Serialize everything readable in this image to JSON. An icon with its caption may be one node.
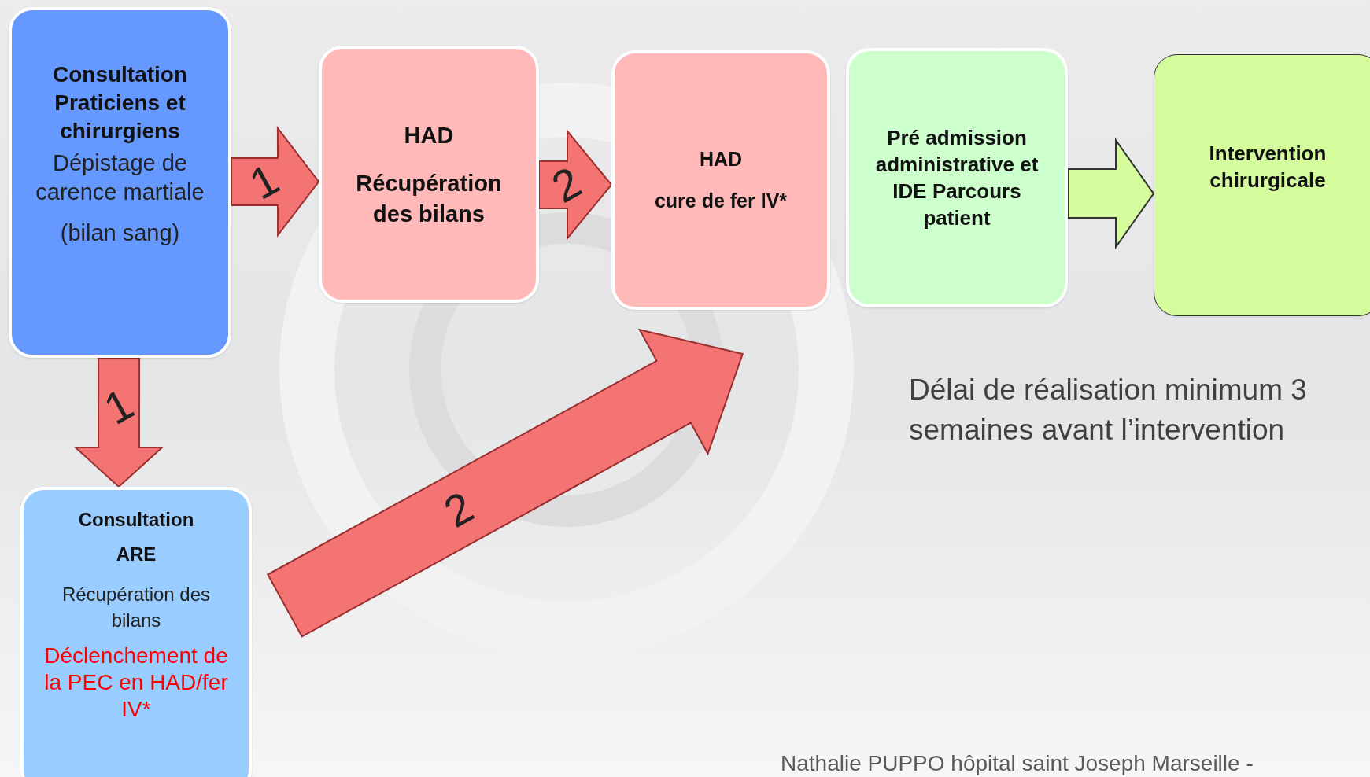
{
  "diagram": {
    "nodes": [
      {
        "text": [
          "Consultation Praticiens et chirurgiens",
          "Dépistage de carence martiale",
          "(bilan sang)"
        ]
      },
      {
        "text": [
          "HAD",
          "Récupération des bilans"
        ]
      },
      {
        "text": [
          "HAD",
          "cure de fer IV*"
        ]
      },
      {
        "text": [
          "Pré admission administrative  et IDE Parcours patient"
        ]
      },
      {
        "text": [
          "Intervention chirurgicale"
        ]
      },
      {
        "text": [
          "Consultation ARE",
          "Récupération des bilans",
          "Déclenchement de la PEC en HAD/fer IV*"
        ]
      }
    ],
    "edges": [
      {
        "from": 0,
        "to": 1,
        "arrow": "to",
        "label": "1"
      },
      {
        "from": 1,
        "to": 2,
        "arrow": "to",
        "label": "2"
      },
      {
        "from": 3,
        "to": 4,
        "arrow": "to",
        "color": "#d4fc9c"
      },
      {
        "from": 0,
        "to": 5,
        "arrow": "to",
        "label": "1"
      },
      {
        "from": 5,
        "to": 2,
        "arrow": "to",
        "label": "2"
      }
    ],
    "labels": [
      "Délai de réalisation minimum 3 semaines avant l’intervention",
      "Nathalie PUPPO hôpital saint Joseph Marseille -"
    ]
  }
}
